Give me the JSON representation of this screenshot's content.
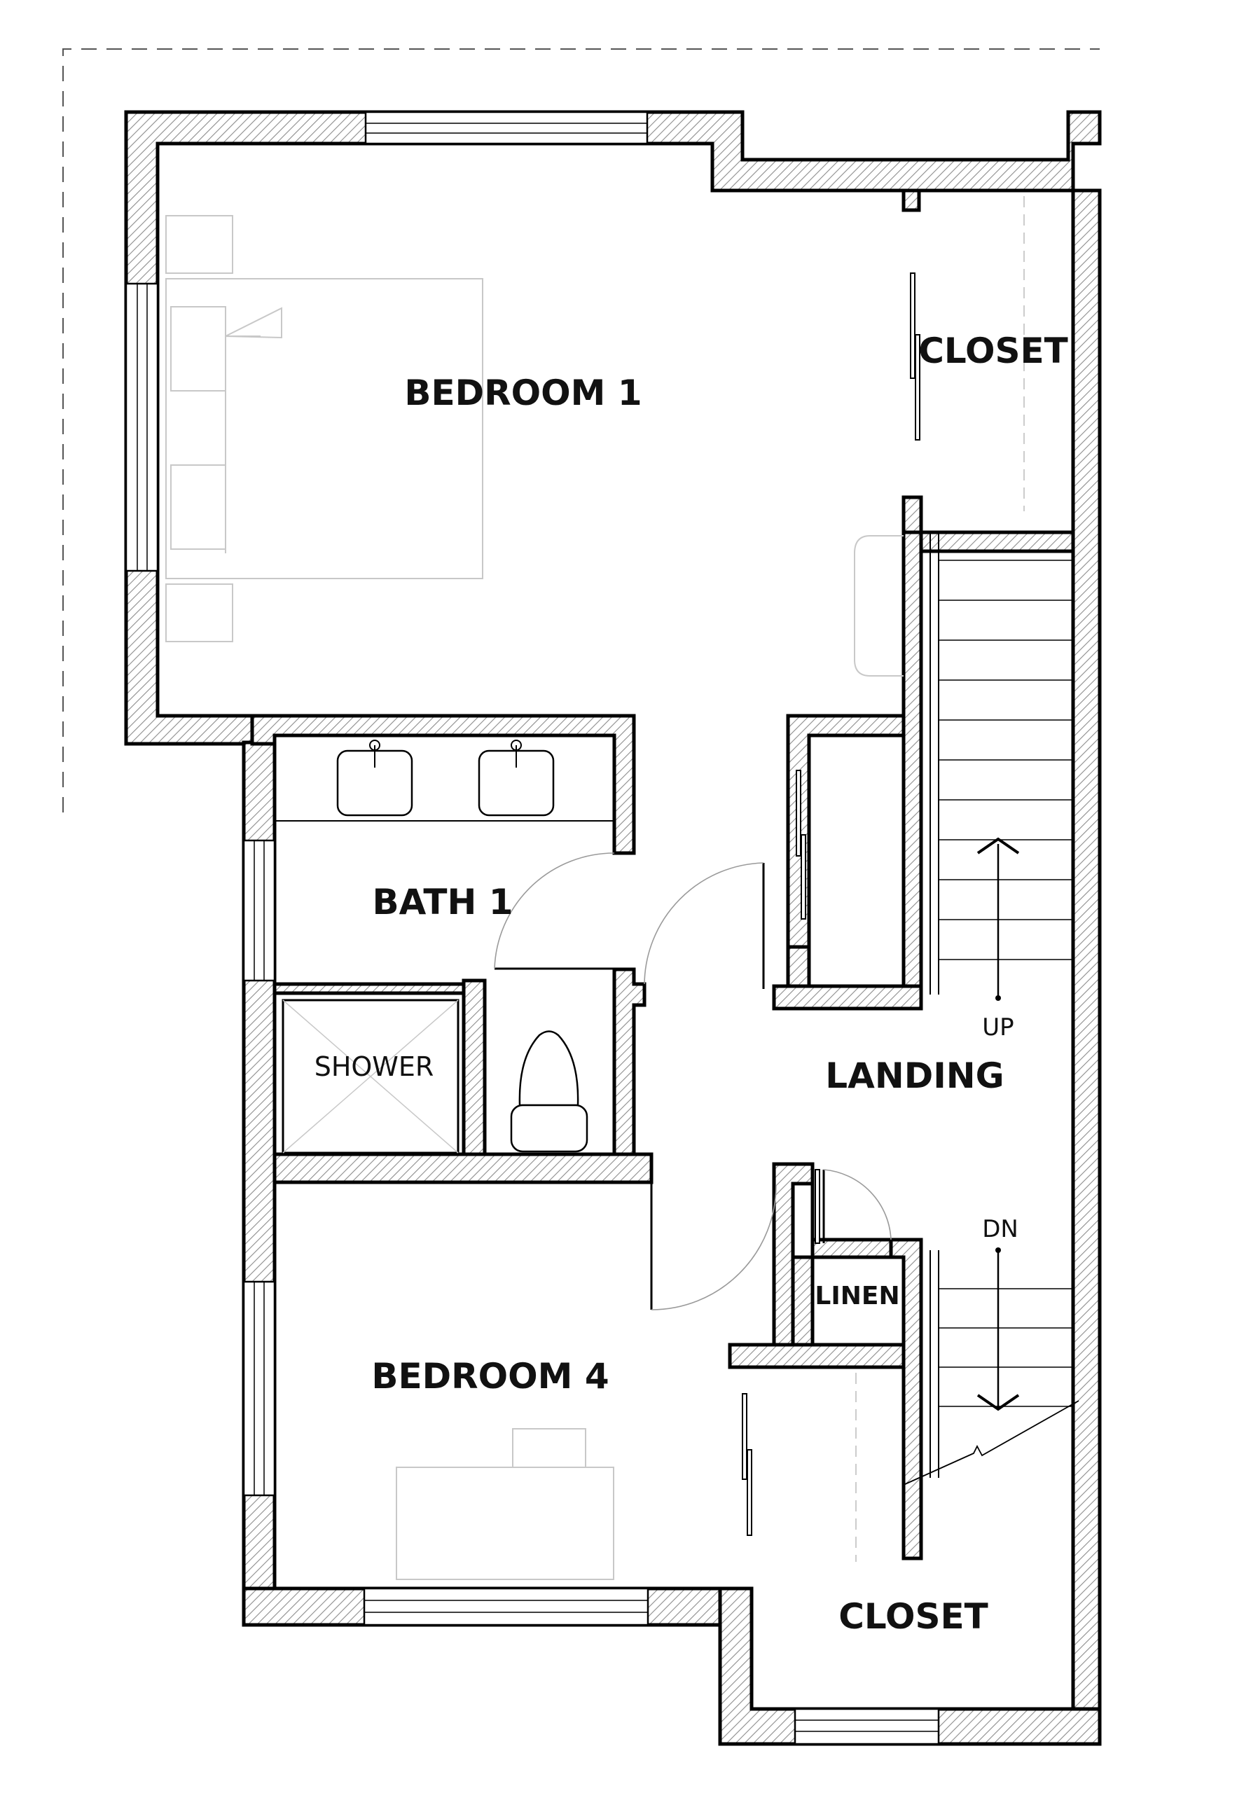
{
  "rooms": {
    "bedroom1": "BEDROOM 1",
    "closet_upper": "CLOSET",
    "bath1": "BATH 1",
    "shower": "SHOWER",
    "landing": "LANDING",
    "linen": "LINEN",
    "bedroom4": "BEDROOM 4",
    "closet_lower": "CLOSET"
  },
  "stairs": {
    "up_label": "UP",
    "down_label": "DN"
  },
  "colors": {
    "wall_outline": "#000000",
    "wall_hatch": "#8c8c8c",
    "furniture": "#c8c8c8",
    "background": "#ffffff"
  }
}
